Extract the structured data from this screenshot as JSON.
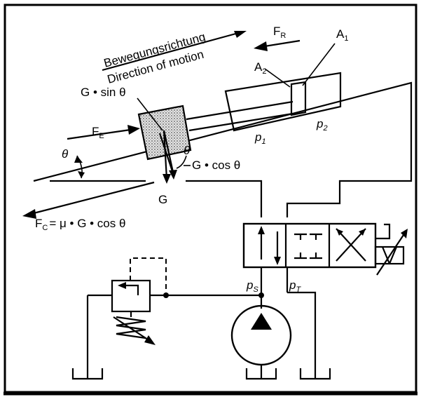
{
  "labels": {
    "direction_de": "Bewegungsrichtung",
    "direction_en": "Direction of motion",
    "force_r": "F",
    "force_r_sub": "R",
    "area_1": "A",
    "area_1_sub": "1",
    "area_2": "A",
    "area_2_sub": "2",
    "g_sin": "G • sin θ",
    "g_cos": "G • cos θ",
    "force_e": "F",
    "force_e_sub": "E",
    "theta": "θ",
    "weight": "G",
    "p1": "p",
    "p1_sub": "1",
    "p2": "p",
    "p2_sub": "2",
    "fc": "F",
    "fc_sub": "C",
    "fc_eq": "= μ • G • cos θ",
    "ps": "p",
    "ps_sub": "S",
    "pt": "p",
    "pt_sub": "T"
  }
}
